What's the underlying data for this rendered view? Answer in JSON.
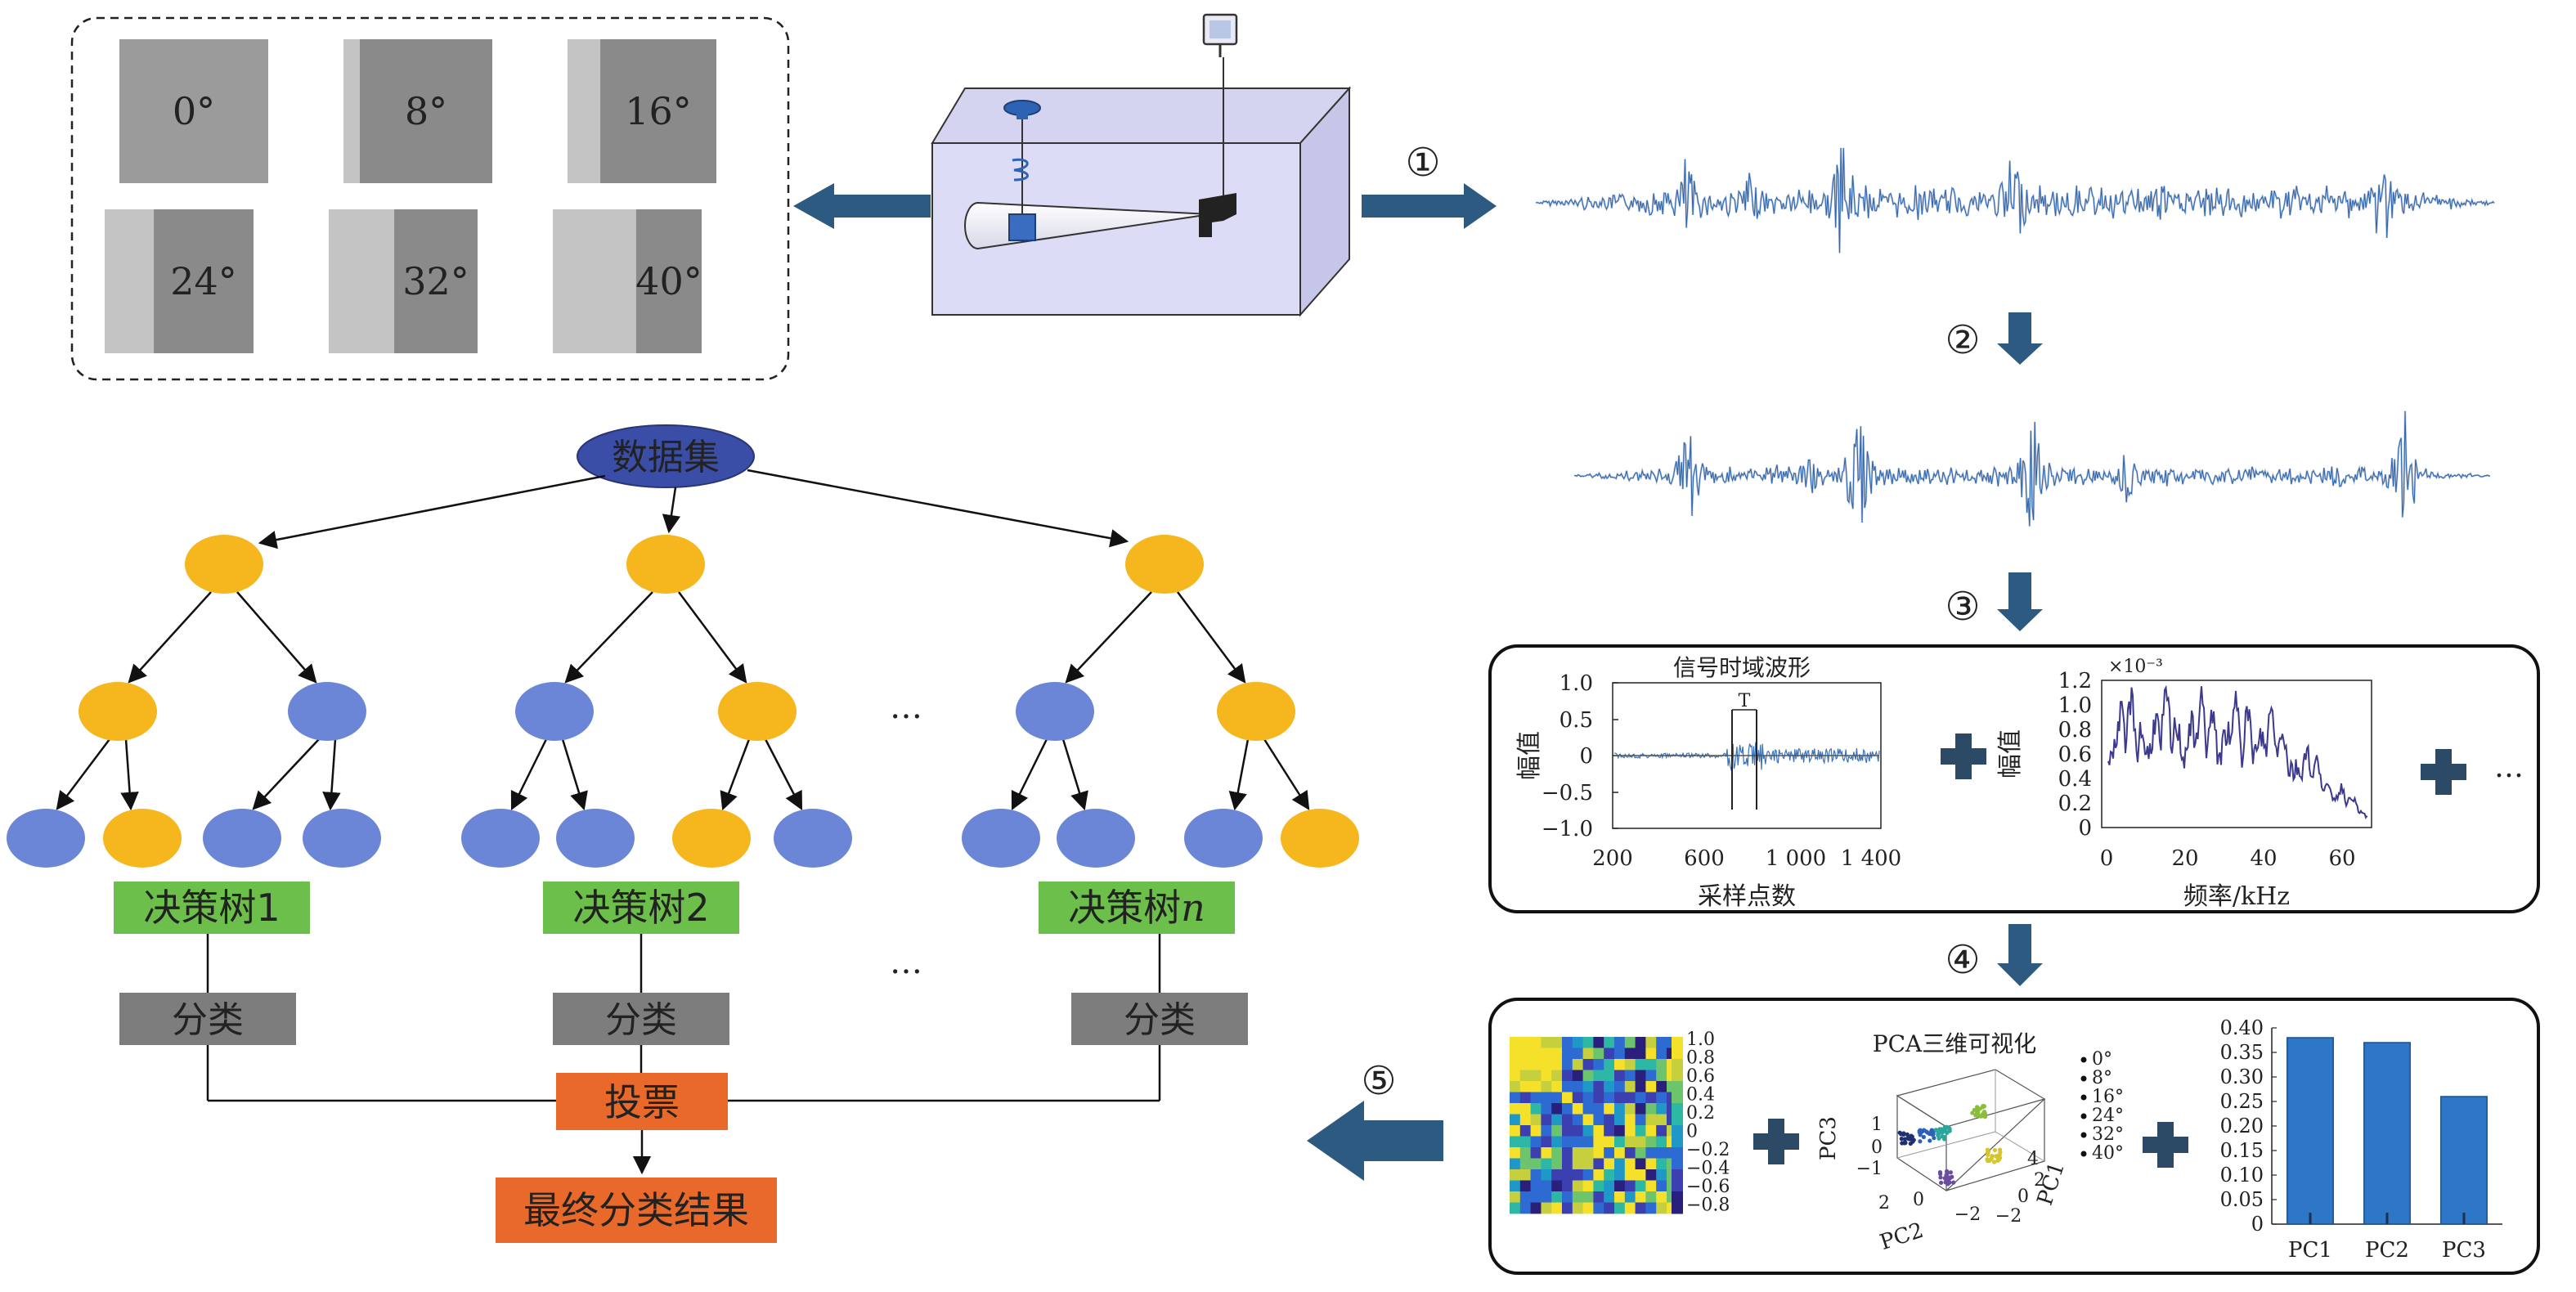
{
  "angles": {
    "tiles": [
      {
        "label": "0°",
        "fraction": 0
      },
      {
        "label": "8°",
        "fraction": 0.11
      },
      {
        "label": "16°",
        "fraction": 0.22
      },
      {
        "label": "24°",
        "fraction": 0.33
      },
      {
        "label": "32°",
        "fraction": 0.44
      },
      {
        "label": "40°",
        "fraction": 0.56
      }
    ]
  },
  "steps": [
    "①",
    "②",
    "③",
    "④",
    "⑤"
  ],
  "forest": {
    "root_label": "数据集",
    "trees": [
      {
        "name": "决策树1",
        "classify": "分类"
      },
      {
        "name": "决策树2",
        "classify": "分类"
      },
      {
        "name_prefix": "决策树",
        "name_italic": "n",
        "classify": "分类"
      }
    ],
    "ellipsis": "…",
    "vote_label": "投票",
    "result_label": "最终分类结果"
  },
  "features": {
    "time_plot": {
      "title": "信号时域波形",
      "ylabel": "幅值",
      "xlabel": "采样点数",
      "yticks": [
        "1.0",
        "0.5",
        "0",
        "−0.5",
        "−1.0"
      ],
      "xticks": [
        "200",
        "600",
        "1 000",
        "1 400"
      ],
      "marker_label": "T"
    },
    "freq_plot": {
      "ylabel": "幅值",
      "xlabel": "频率/kHz",
      "scale_label": "×10⁻³",
      "yticks": [
        "1.2",
        "1.0",
        "0.8",
        "0.6",
        "0.4",
        "0.2",
        "0"
      ],
      "xticks": [
        "0",
        "20",
        "40",
        "60"
      ]
    },
    "more": "…"
  },
  "pca": {
    "colorbar_ticks": [
      "1.0",
      "0.8",
      "0.6",
      "0.4",
      "0.2",
      "0",
      "−0.2",
      "−0.4",
      "−0.6",
      "−0.8"
    ],
    "scatter_title": "PCA三维可视化",
    "legend": [
      "0°",
      "8°",
      "16°",
      "24°",
      "32°",
      "40°"
    ],
    "axis_pc1": "PC1",
    "axis_pc2": "PC2",
    "axis_pc3": "PC3",
    "pc1_ticks": [
      "4",
      "2",
      "0",
      "−2"
    ],
    "pc2_ticks": [
      "2",
      "0",
      "−2"
    ],
    "pc3_ticks": [
      "1",
      "0",
      "−1"
    ]
  },
  "chart_data": {
    "type": "bar",
    "categories": [
      "PC1",
      "PC2",
      "PC3"
    ],
    "values": [
      0.38,
      0.37,
      0.26
    ],
    "ylim": [
      0,
      0.4
    ],
    "yticks": [
      "0",
      "0.05",
      "0.10",
      "0.15",
      "0.20",
      "0.25",
      "0.30",
      "0.35",
      "0.40"
    ],
    "color": "#2e77c6"
  },
  "colors": {
    "orange_node": "#f5b61e",
    "blue_node": "#6b86d6",
    "green_label": "#6cbf4a",
    "gray_label": "#7d7d7d",
    "vote_orange": "#e8692a",
    "arrow_navy": "#2c5a80"
  }
}
